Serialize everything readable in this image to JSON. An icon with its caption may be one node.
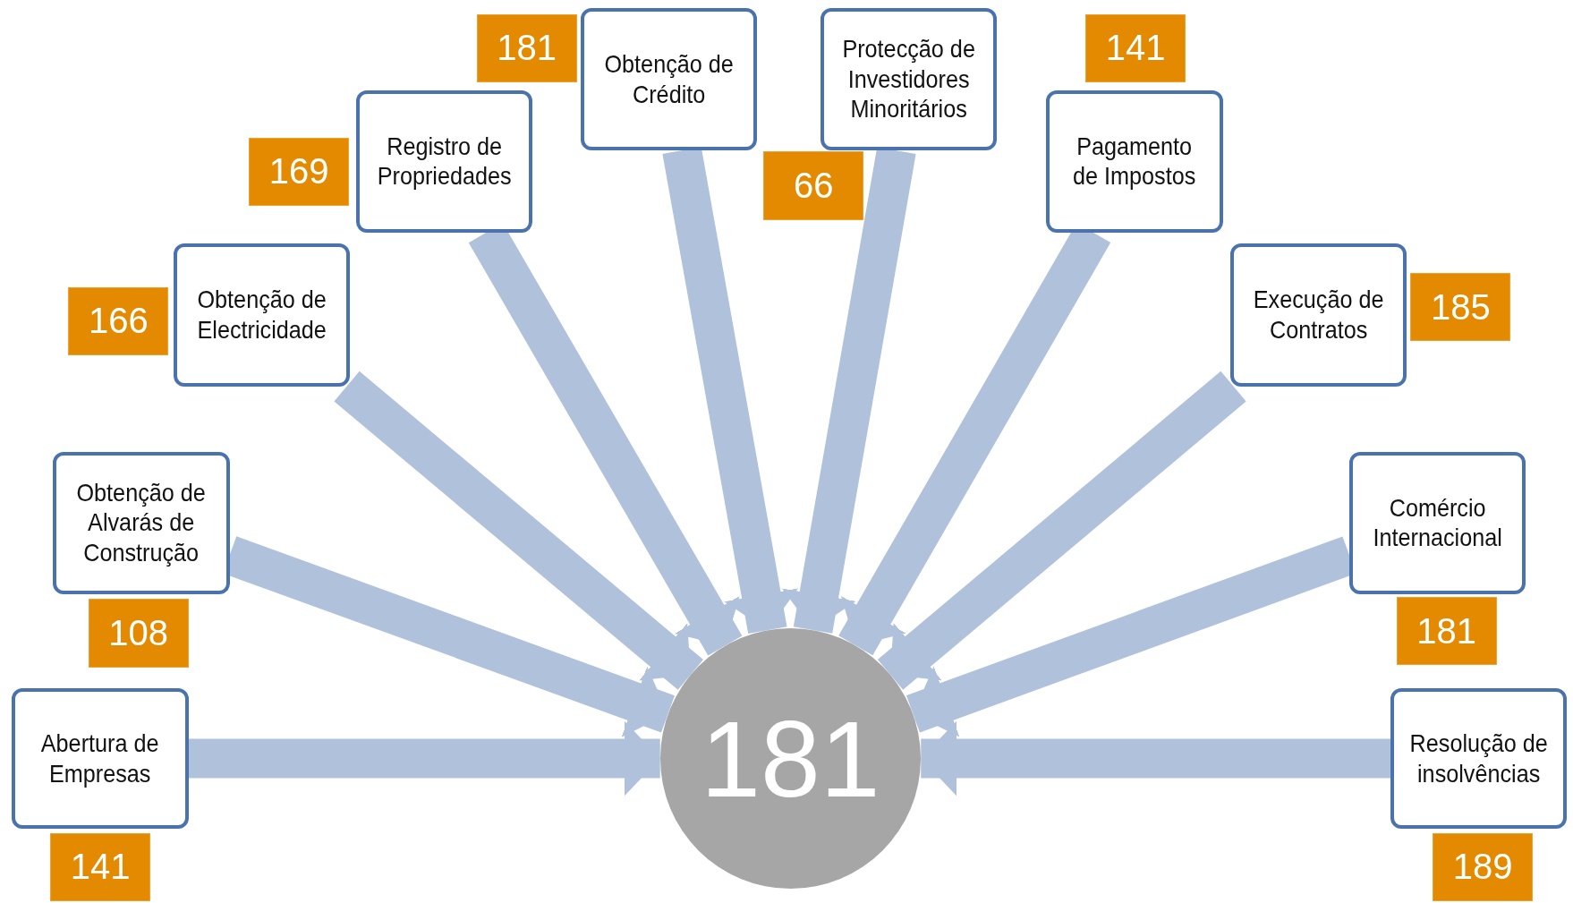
{
  "diagram": {
    "nodes": [
      {
        "text": [
          "Abertura de Empresas"
        ],
        "beside": [
          "141"
        ]
      },
      {
        "text": [
          "Obtenção de Alvarás de Construção"
        ],
        "beside": [
          "108"
        ]
      },
      {
        "text": [
          "Obtenção de Electricidade"
        ],
        "beside": [
          "166"
        ]
      },
      {
        "text": [
          "Registro de Propriedades"
        ],
        "beside": [
          "169"
        ]
      },
      {
        "text": [
          "Obtenção de Crédito"
        ],
        "beside": [
          "181"
        ]
      },
      {
        "text": [
          "Protecção de Investidores Minoritários"
        ],
        "beside": [
          "66"
        ]
      },
      {
        "text": [
          "Pagamento de Impostos"
        ],
        "beside": [
          "141"
        ]
      },
      {
        "text": [
          "Execução de Contratos"
        ],
        "beside": [
          "185"
        ]
      },
      {
        "text": [
          "Comércio Internacional"
        ],
        "beside": [
          "181"
        ]
      },
      {
        "text": [
          "Resolução de insolvências"
        ],
        "beside": [
          "189"
        ]
      },
      {
        "text": [
          "181"
        ]
      }
    ],
    "edges": [
      {
        "from": 0,
        "to": 10,
        "arrow": "to"
      },
      {
        "from": 1,
        "to": 10,
        "arrow": "to"
      },
      {
        "from": 2,
        "to": 10,
        "arrow": "to"
      },
      {
        "from": 3,
        "to": 10,
        "arrow": "to"
      },
      {
        "from": 4,
        "to": 10,
        "arrow": "to"
      },
      {
        "from": 5,
        "to": 10,
        "arrow": "to"
      },
      {
        "from": 6,
        "to": 10,
        "arrow": "to"
      },
      {
        "from": 7,
        "to": 10,
        "arrow": "to"
      },
      {
        "from": 8,
        "to": 10,
        "arrow": "to"
      },
      {
        "from": 9,
        "to": 10,
        "arrow": "to"
      }
    ]
  }
}
